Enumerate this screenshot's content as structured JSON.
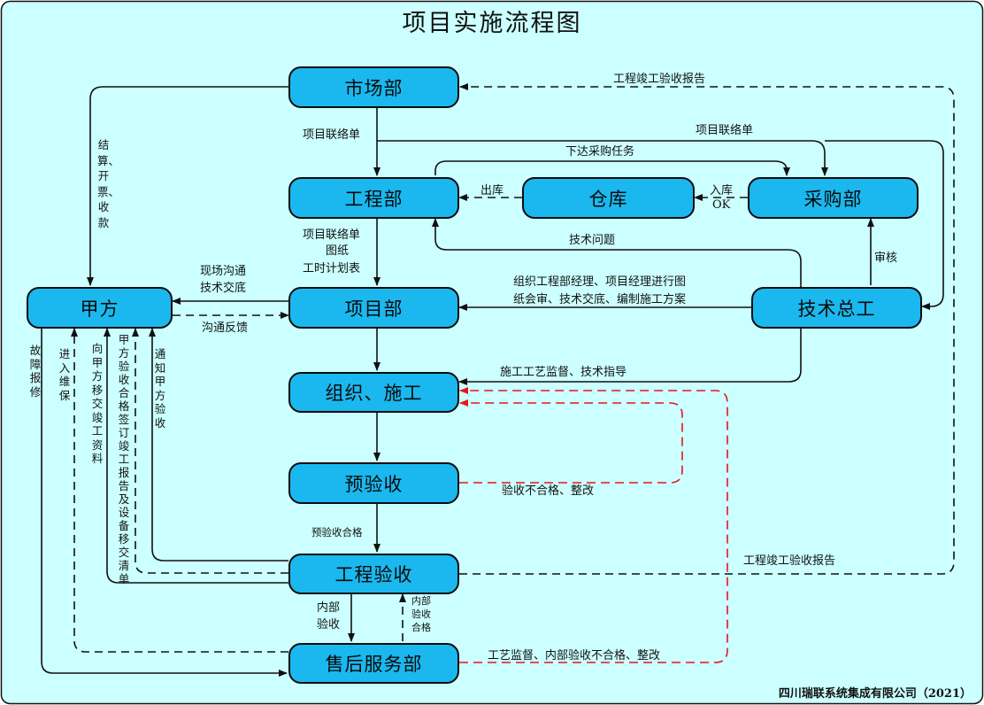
{
  "title": "项目实施流程图",
  "footer": "四川瑞联系统集成有限公司（2021）",
  "colors": {
    "background": "#ccffff",
    "node_fill": "#1ab8ee",
    "line": "#111111",
    "rework": "#e8141a"
  },
  "nodes": {
    "market": "市场部",
    "engineering": "工程部",
    "warehouse": "仓库",
    "purchasing": "采购部",
    "client": "甲方",
    "project": "项目部",
    "chief": "技术总工",
    "construct": "组织、施工",
    "precheck": "预验收",
    "acceptance": "工程验收",
    "aftersales": "售后服务部"
  },
  "labels": {
    "report_top": "工程竣工验收报告",
    "contact_1": "项目联络单",
    "contact_2": "项目联络单",
    "purchase_task": "下达采购任务",
    "out_stock": "出库",
    "in_stock": "入库",
    "ok": "OK",
    "contact_3": "项目联络单",
    "drawings": "图纸",
    "work_plan": "工时计划表",
    "tech_issue": "技术问题",
    "review": "审核",
    "onsite_1": "现场沟通",
    "onsite_2": "技术交底",
    "feedback": "沟通反馈",
    "org_1": "组织工程部经理、项目经理进行图",
    "org_2": "纸会审、技术交底、编制施工方案",
    "supervision": "施工工艺监督、技术指导",
    "fail_rework": "验收不合格、整改",
    "precheck_pass": "预验收合格",
    "report_bottom": "工程竣工验收报告",
    "internal_1": "内部",
    "internal_2": "验收",
    "internal_pass": "内部验收合格",
    "aftersales_rework": "工艺监督、内部验收不合格、整改",
    "settle": "结算、开票、收款",
    "fault": "故障报修",
    "maintenance": "进入维保",
    "handover_docs": "向甲方移交竣工资料",
    "sign_report": "甲方验收合格签订竣工报告及设备移交清单",
    "notify": "通知甲方验收"
  }
}
